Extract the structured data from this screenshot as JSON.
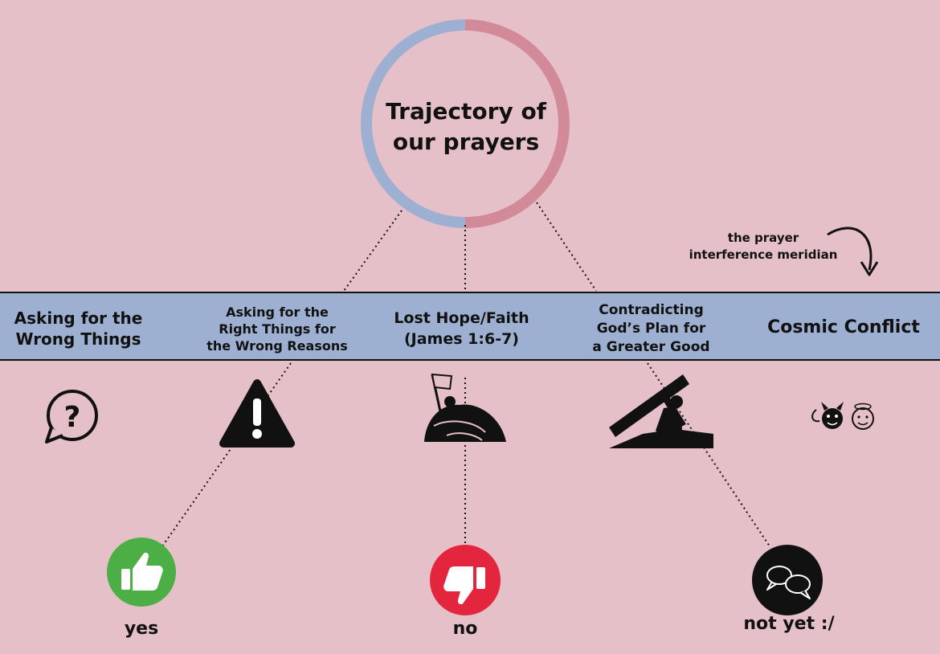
{
  "title": {
    "line1": "Trajectory of",
    "line2": "our prayers"
  },
  "meridian_note": {
    "line1": "the prayer",
    "line2": "interference meridian"
  },
  "categories": [
    {
      "lines": [
        "Asking for the",
        "Wrong Things"
      ],
      "icon": "question-bubble-icon"
    },
    {
      "lines": [
        "Asking for the",
        "Right Things for",
        "the Wrong Reasons"
      ],
      "icon": "warning-icon"
    },
    {
      "lines": [
        "Lost Hope/Faith",
        "(James 1:6-7)"
      ],
      "icon": "surrender-flag-icon"
    },
    {
      "lines": [
        "Contradicting",
        "God’s Plan for",
        "a Greater Good"
      ],
      "icon": "cross-bearer-icon"
    },
    {
      "lines": [
        "Cosmic Conflict"
      ],
      "icon": "devil-angel-icon"
    }
  ],
  "answers": [
    {
      "label": "yes",
      "icon": "thumbs-up-icon",
      "color": "#4caf45"
    },
    {
      "label": "no",
      "icon": "thumbs-down-icon",
      "color": "#e3253d"
    },
    {
      "label": "not yet :/",
      "icon": "chat-bubbles-icon",
      "color": "#111111"
    }
  ],
  "colors": {
    "background": "#e6c0c8",
    "band": "#9eb0d1",
    "ring_left": "#9eb0d1",
    "ring_right": "#d28a98"
  }
}
